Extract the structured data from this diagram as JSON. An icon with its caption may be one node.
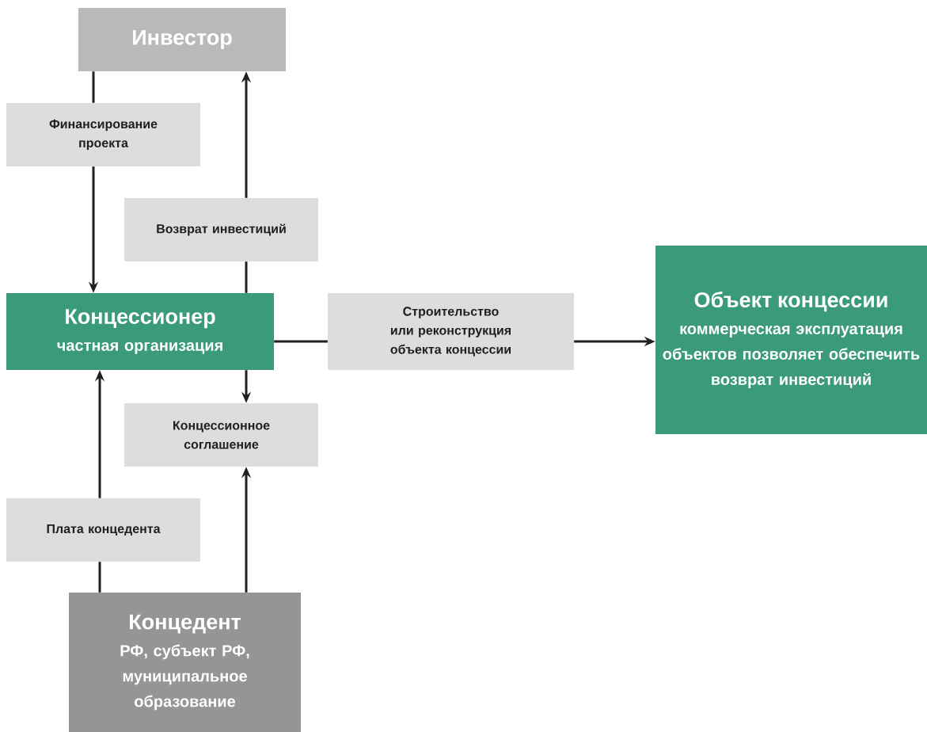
{
  "diagram": {
    "nodes": [
      {
        "text": [
          "Инвестор"
        ]
      },
      {
        "text": [
          "Финансирование проекта"
        ]
      },
      {
        "text": [
          "Возврат инвестиций"
        ]
      },
      {
        "text": [
          "Концессионер",
          "частная организация"
        ]
      },
      {
        "text": [
          "Строительство или реконструкция объекта концессии"
        ]
      },
      {
        "text": [
          "Объект концессии",
          "коммерческая эксплуатация объектов позволяет обеспечить возврат инвестиций"
        ]
      },
      {
        "text": [
          "Концессионное соглашение"
        ]
      },
      {
        "text": [
          "Плата концедента"
        ]
      },
      {
        "text": [
          "Концедент",
          "РФ, субъект РФ, муниципальное образование"
        ]
      }
    ],
    "edges": [
      {
        "from": 0,
        "to": 1,
        "arrow": "none"
      },
      {
        "from": 1,
        "to": 3,
        "arrow": "to"
      },
      {
        "from": 3,
        "to": 2,
        "arrow": "none"
      },
      {
        "from": 2,
        "to": 0,
        "arrow": "to"
      },
      {
        "from": 3,
        "to": 4,
        "arrow": "none"
      },
      {
        "from": 4,
        "to": 5,
        "arrow": "to"
      },
      {
        "from": 3,
        "to": 6,
        "arrow": "to"
      },
      {
        "from": 8,
        "to": 6,
        "arrow": "to"
      },
      {
        "from": 8,
        "to": 7,
        "arrow": "none"
      },
      {
        "from": 7,
        "to": 3,
        "arrow": "to"
      }
    ]
  }
}
